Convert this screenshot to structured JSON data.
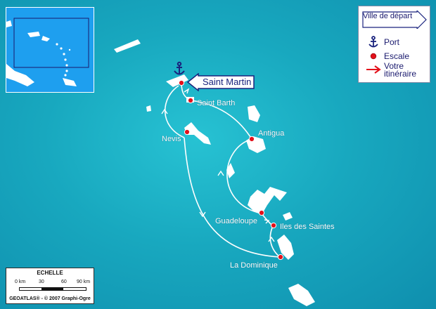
{
  "legend": {
    "title": "Ville de départ",
    "items": [
      {
        "label": "Port",
        "icon": "anchor-icon"
      },
      {
        "label": "Escale",
        "icon": "red-dot-icon"
      },
      {
        "label": "Votre\nitinéraire",
        "icon": "red-arrow-icon"
      }
    ]
  },
  "start_callout": "Saint Martin",
  "places": [
    {
      "name": "Saint Barth"
    },
    {
      "name": "Nevis"
    },
    {
      "name": "Antigua"
    },
    {
      "name": "Guadeloupe"
    },
    {
      "name": "Iles des Saintes"
    },
    {
      "name": "La Dominique"
    }
  ],
  "scale": {
    "title": "ECHELLE",
    "ticks": [
      "0 km",
      "30",
      "60",
      "90 km"
    ],
    "credit": "GEOATLAS® - © 2007 Graphi-Ogre"
  },
  "colors": {
    "sea": "#18a8bf",
    "land": "#ffffff",
    "stop_dot": "#e3111b",
    "anchor": "#1a237e",
    "inset_sea": "#1e9fef"
  }
}
